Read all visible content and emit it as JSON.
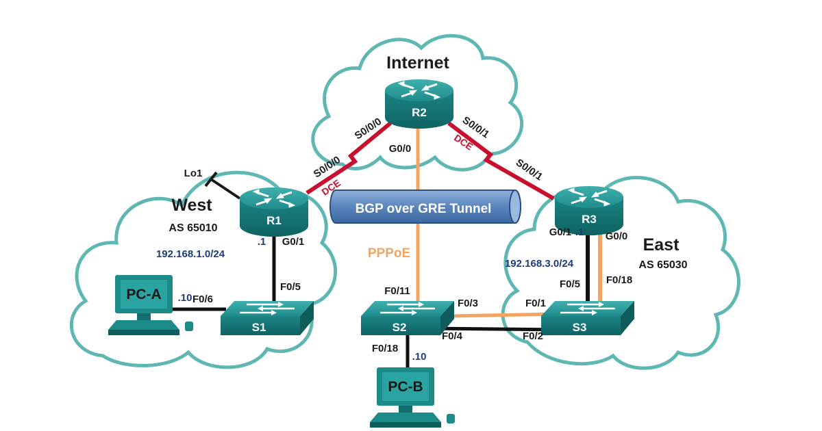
{
  "clouds": {
    "internet": "Internet",
    "west": "West",
    "west_as": "AS 65010",
    "east": "East",
    "east_as": "AS 65030"
  },
  "tunnel": {
    "label": "BGP over GRE Tunnel"
  },
  "pppoe": "PPPoE",
  "devices": {
    "r1": "R1",
    "r2": "R2",
    "r3": "R3",
    "s1": "S1",
    "s2": "S2",
    "s3": "S3",
    "pc_a": "PC-A",
    "pc_b": "PC-B"
  },
  "networks": {
    "west": "192.168.1.0/24",
    "east": "192.168.3.0/24"
  },
  "ports": {
    "r1_lo1": "Lo1",
    "r1_s000": "S0/0/0",
    "r1_dce": "DCE",
    "r1_g01": "G0/1",
    "r1_host": ".1",
    "r2_s000": "S0/0/0",
    "r2_s001": "S0/0/1",
    "r2_dce": "DCE",
    "r2_g00": "G0/0",
    "r3_s001": "S0/0/1",
    "r3_g01": "G0/1",
    "r3_host": ".1",
    "r3_g00": "G0/0",
    "s1_f05": "F0/5",
    "s1_f06": "F0/6",
    "pca_host": ".10",
    "s2_f011": "F0/11",
    "s2_f03": "F0/3",
    "s2_f04": "F0/4",
    "s2_f018": "F0/18",
    "pcb_host": ".10",
    "s3_f01": "F0/1",
    "s3_f02": "F0/2",
    "s3_f05": "F0/5",
    "s3_f018": "F0/18"
  },
  "colors": {
    "cloud_outline": "#5fb7b3",
    "device": "#1d8a8a",
    "serial_link": "#c8102e",
    "ethernet_link": "#111111",
    "pppoe_link": "#f4a460",
    "tunnel": "#4a78b5"
  }
}
